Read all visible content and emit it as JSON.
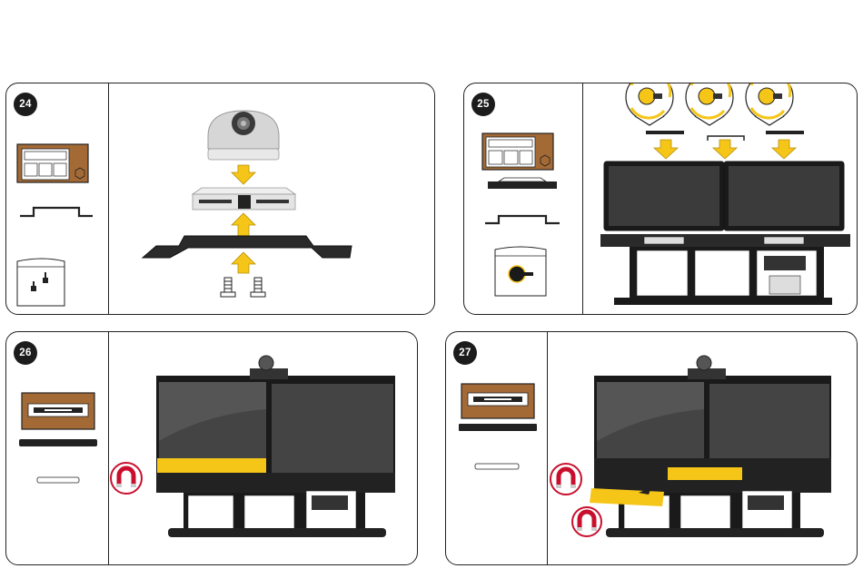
{
  "steps": [
    {
      "number": "24"
    },
    {
      "number": "25"
    },
    {
      "number": "26"
    },
    {
      "number": "27"
    }
  ],
  "colors": {
    "accent_yellow": "#f5c518",
    "kit_brown": "#a36a36",
    "outline": "#222222",
    "magnet_red": "#c8102e"
  }
}
